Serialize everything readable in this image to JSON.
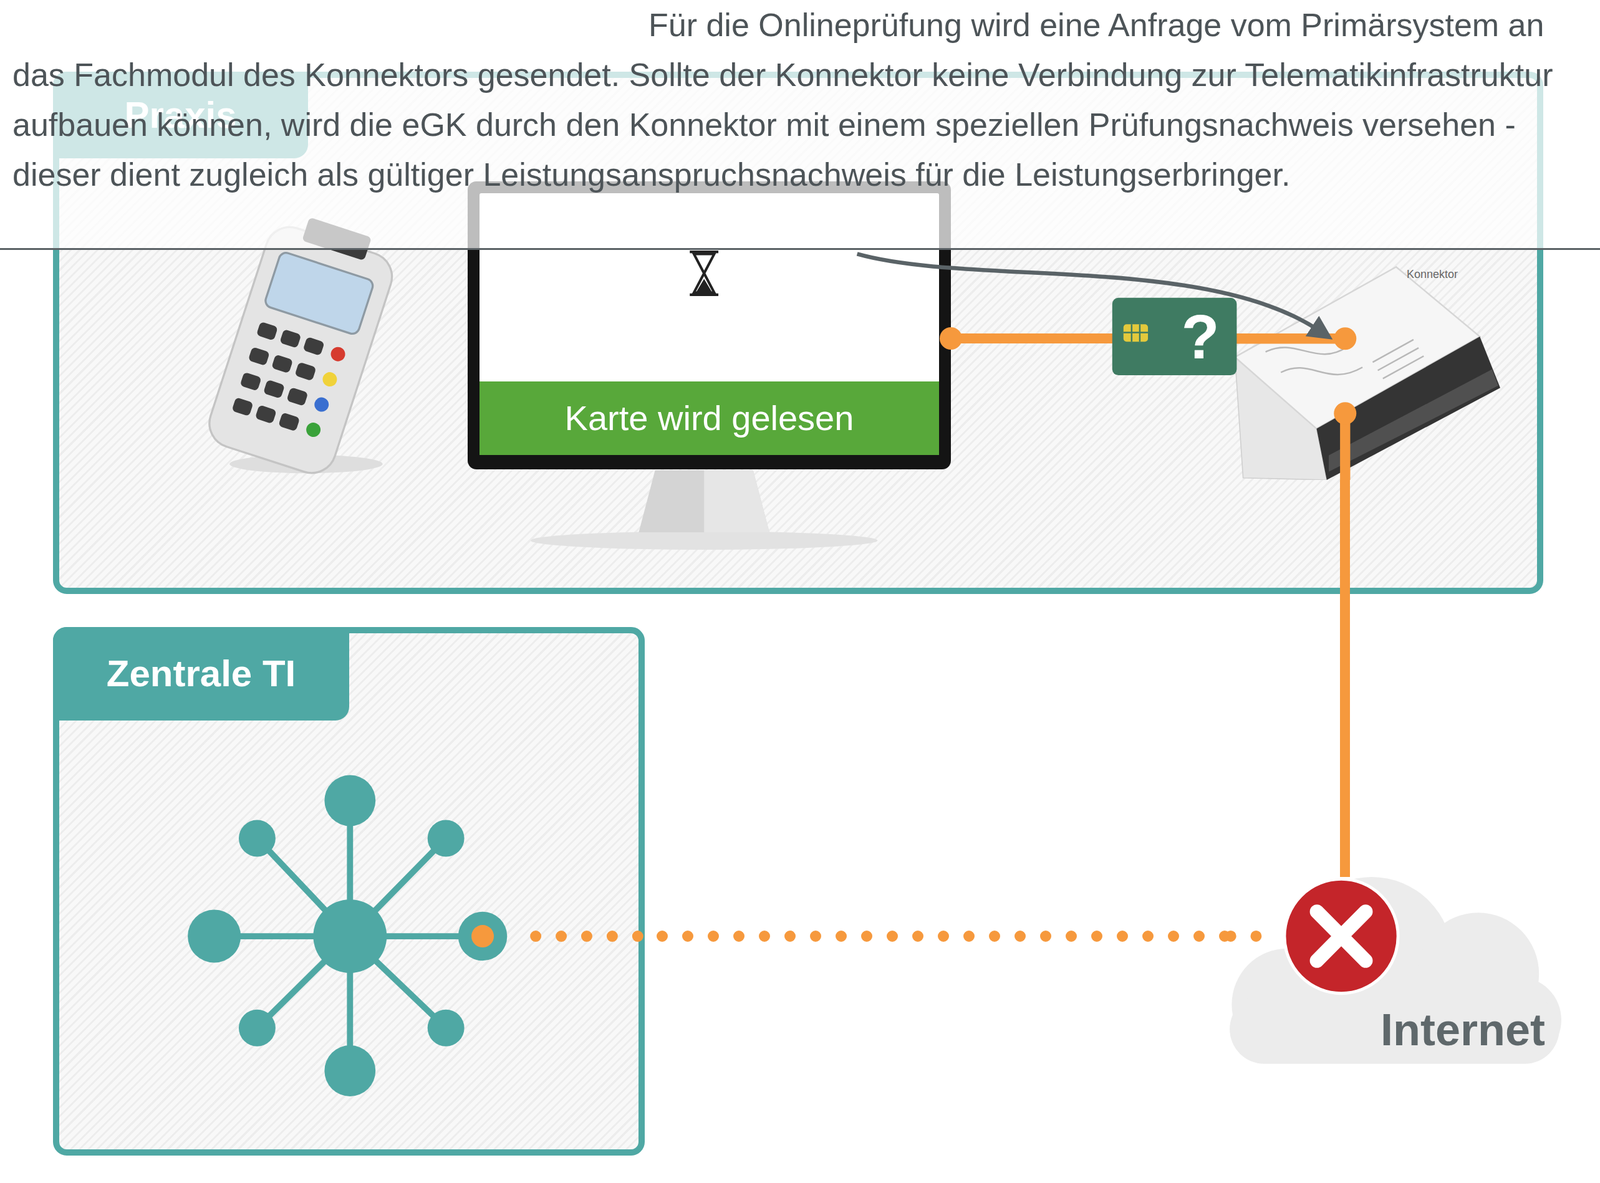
{
  "diagram": {
    "nodes": [
      {
        "text": [
          "Praxis"
        ]
      },
      {
        "text": [
          "Karte wird gelesen"
        ],
        "in": 0
      },
      {
        "text": [
          "Konnektor"
        ],
        "in": 0
      },
      {
        "text": [
          "Zentrale TI"
        ]
      },
      {
        "text": [
          "Internet"
        ]
      }
    ],
    "edges": [
      {
        "from": 1,
        "to": 2,
        "arrow": "none"
      },
      {
        "from": 2,
        "to": 4,
        "arrow": "none"
      },
      {
        "from": 4,
        "to": 3,
        "arrow": "none"
      }
    ],
    "labels": [
      "Für die Onlineprüfung wird eine Anfrage vom Primärsystem an das Fachmodul des Konnektors gesendet. Sollte der Konnektor keine Verbindung zur Telematikinfrastruktur aufbauen können, wird die eGK durch den Konnektor mit einem speziellen Prüfungsnachweis versehen - dieser dient zugleich als gültiger Leistungsanspruchsnachweis für die Leistungserbringer.",
      "?"
    ]
  }
}
